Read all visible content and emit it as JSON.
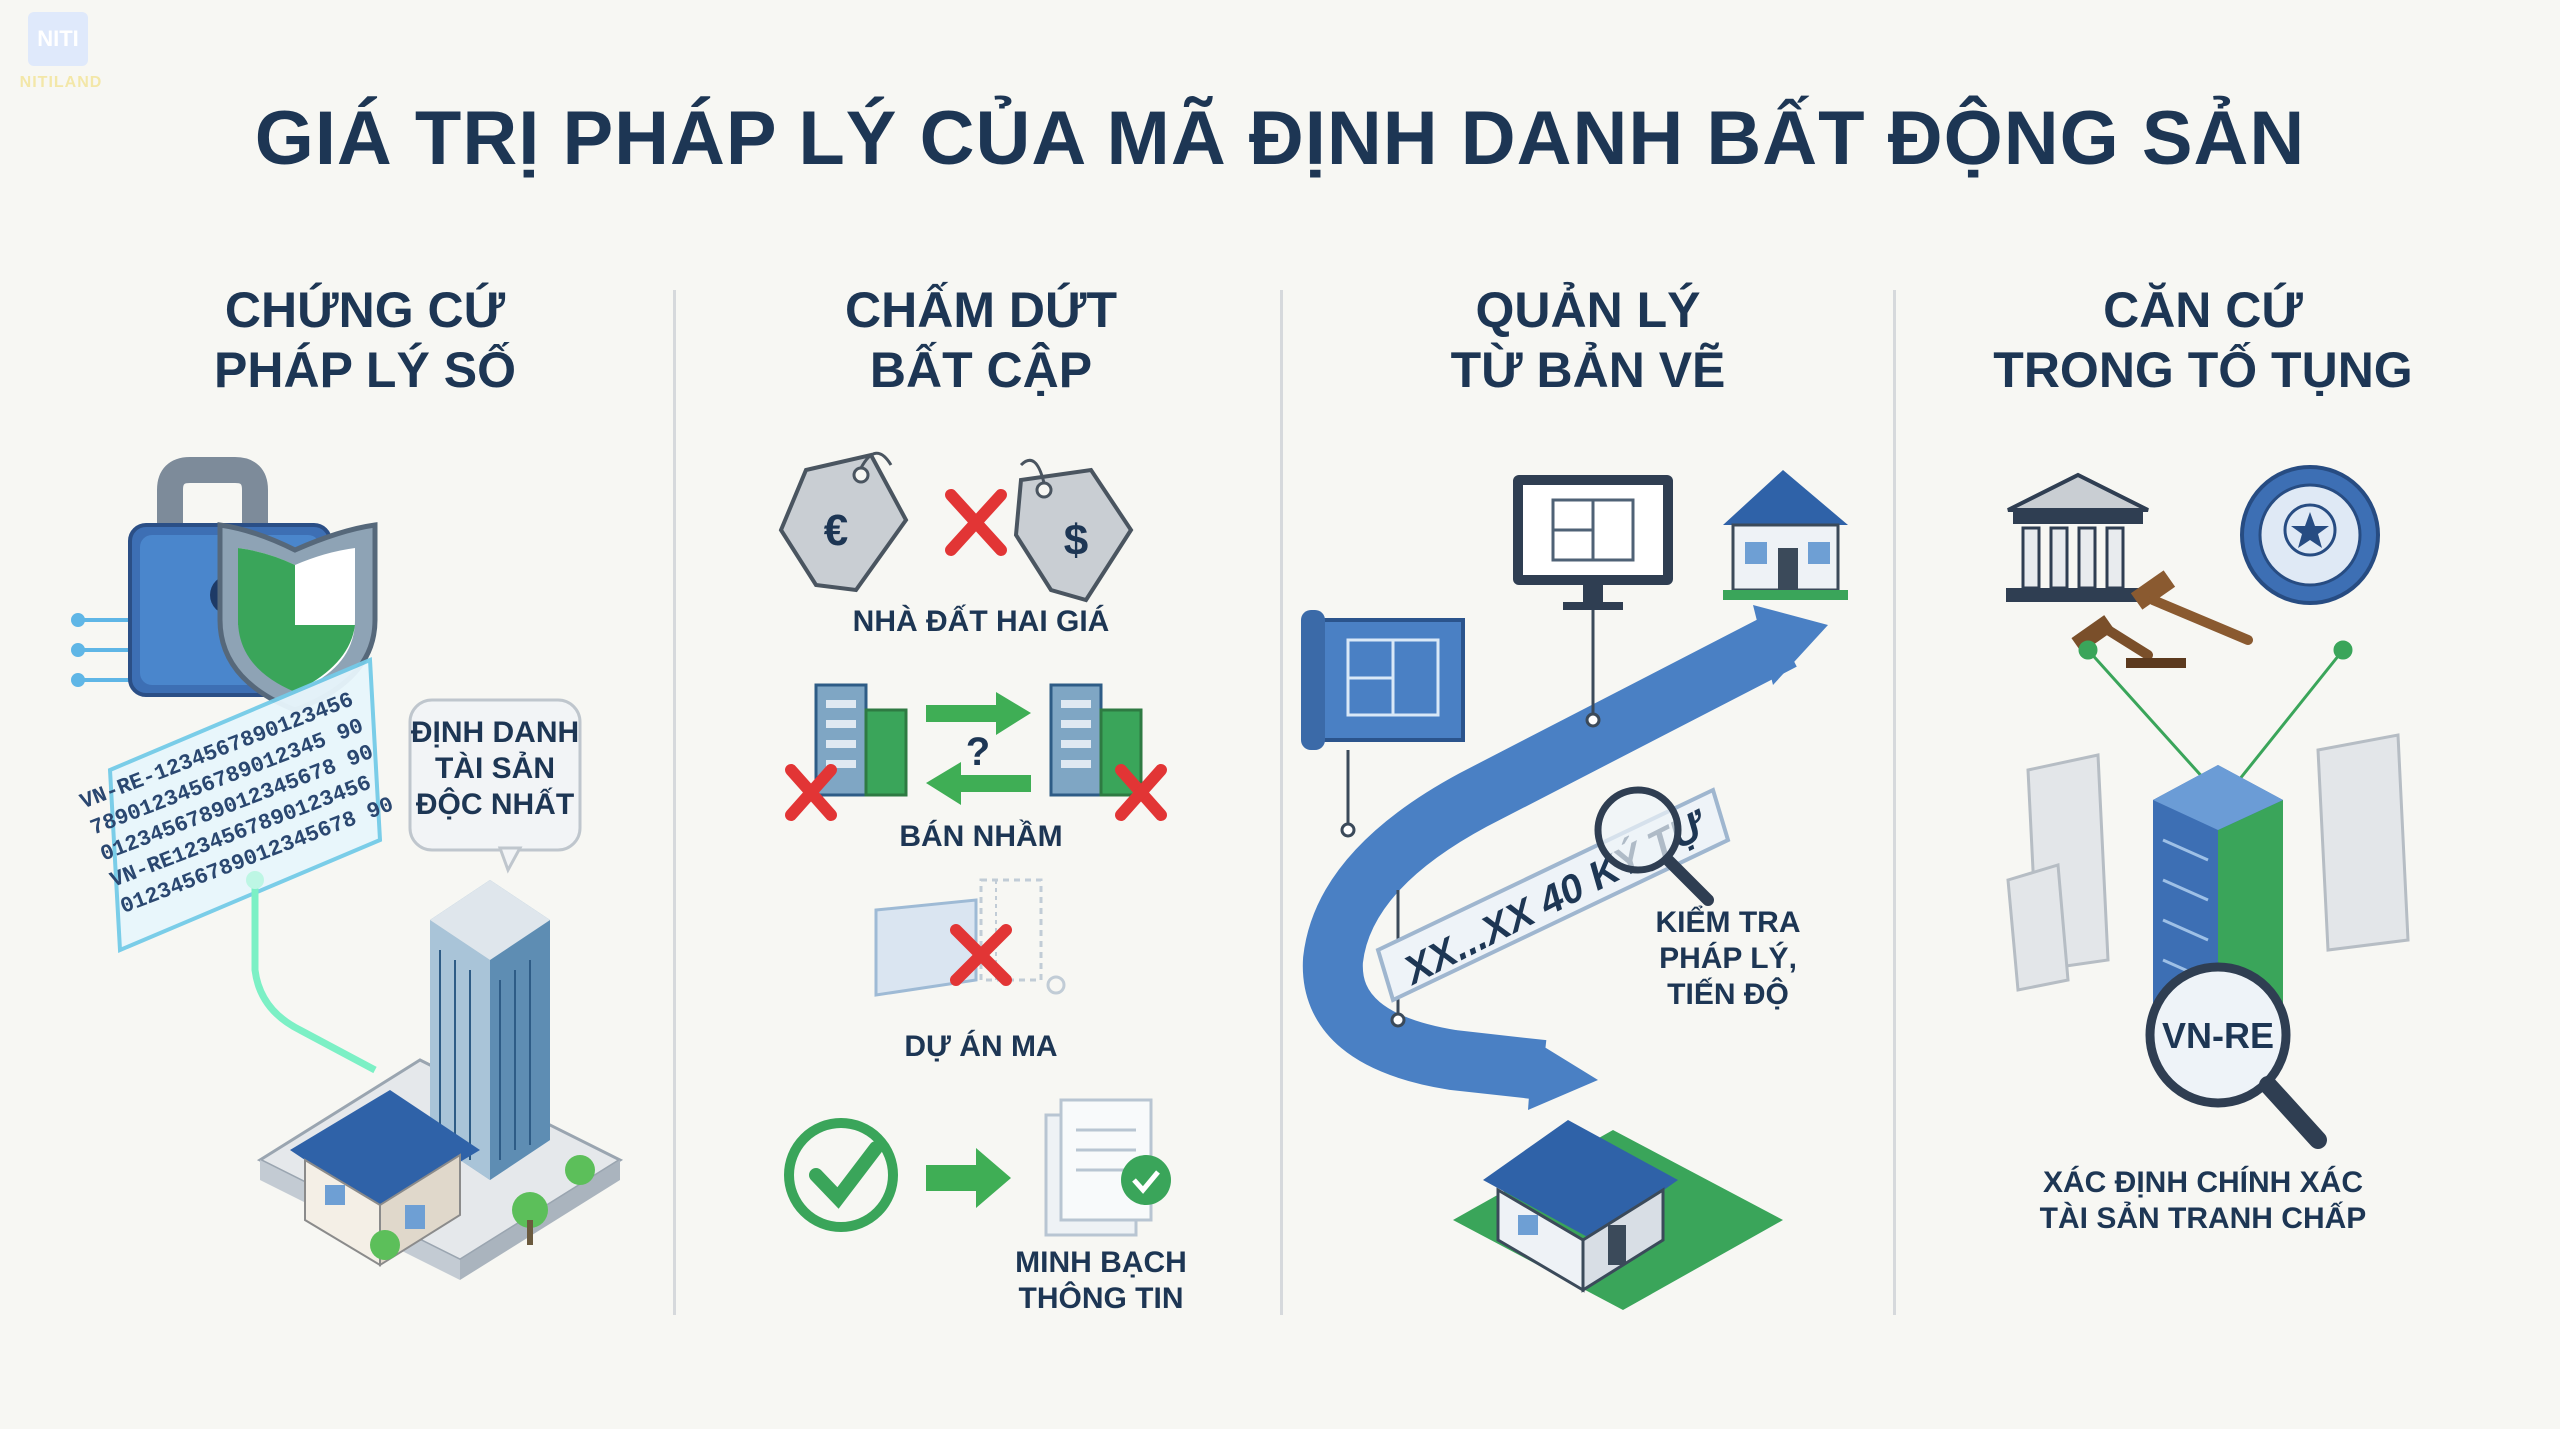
{
  "logo": {
    "mark": "NITI",
    "name": "NITILAND"
  },
  "title": "GIÁ TRỊ PHÁP LÝ CỦA MÃ ĐỊNH DANH BẤT ĐỘNG SẢN",
  "columns": [
    {
      "title_line1": "CHỨNG CỨ",
      "title_line2": "PHÁP LÝ SỐ",
      "bubble_line1": "ĐỊNH DANH",
      "bubble_line2": "TÀI SẢN",
      "bubble_line3": "ĐỘC NHẤT",
      "code_lines": [
        "VN-RE-1234567890123456",
        "7890123456789012345 90",
        "0123456789012345678 90",
        "VN-RE1234567890123456",
        "0123456789012345678 90"
      ]
    },
    {
      "title_line1": "CHẤM DỨT",
      "title_line2": "BẤT CẬP",
      "item1": "NHÀ ĐẤT HAI GIÁ",
      "item2": "BÁN NHẦM",
      "item3": "DỰ ÁN MA",
      "item4_line1": "MINH BẠCH",
      "item4_line2": "THÔNG TIN",
      "question": "?"
    },
    {
      "title_line1": "QUẢN LÝ",
      "title_line2": "TỪ BẢN VẼ",
      "code_banner": "XX...XX 40 KÝ TỰ",
      "check_line1": "KIỂM TRA",
      "check_line2": "PHÁP LÝ,",
      "check_line3": "TIẾN ĐỘ"
    },
    {
      "title_line1": "CĂN CỨ",
      "title_line2": "TRONG TỐ TỤNG",
      "lens_text": "VN-RE",
      "caption_line1": "XÁC ĐỊNH CHÍNH XÁC",
      "caption_line2": "TÀI SẢN TRANH CHẤP"
    }
  ]
}
